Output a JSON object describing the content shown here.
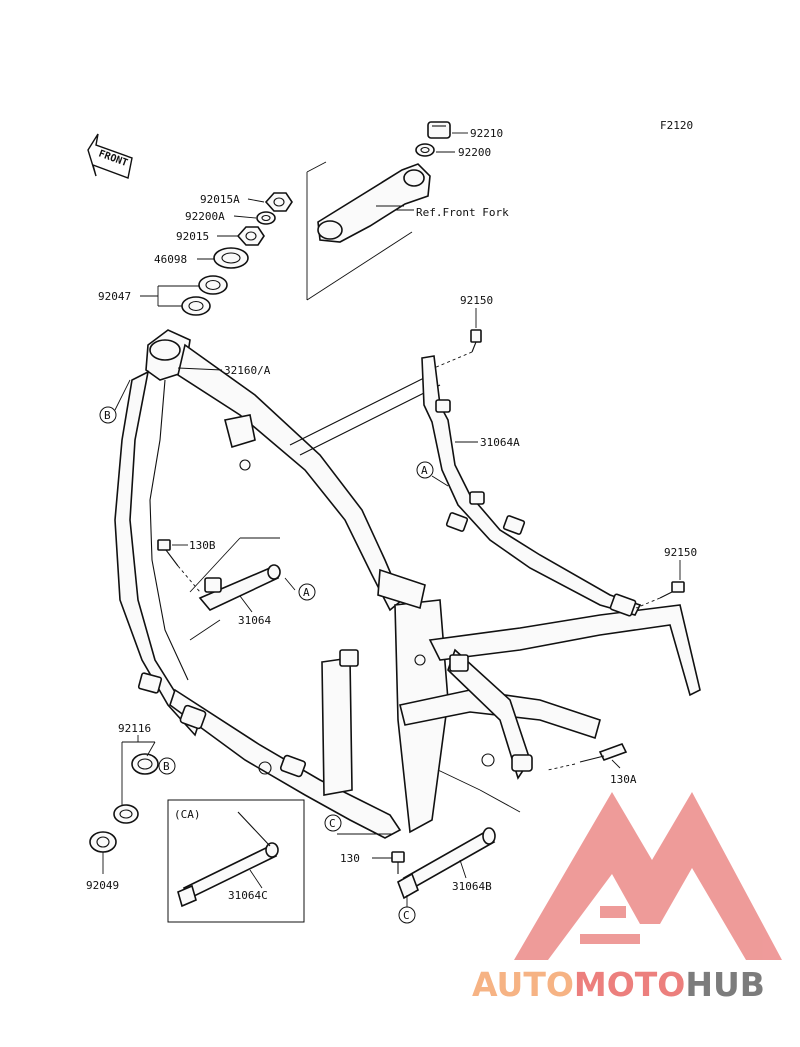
{
  "figure_code": "F2120",
  "front_arrow": "FRONT",
  "reference_note": "Ref.Front Fork",
  "callouts": {
    "p92210": "92210",
    "p92200": "92200",
    "p92015A": "92015A",
    "p92200A": "92200A",
    "p92015": "92015",
    "p46098": "46098",
    "p92047": "92047",
    "p32160A": "32160/A",
    "p92150_top": "92150",
    "p31064A": "31064A",
    "p130B": "130B",
    "p31064": "31064",
    "p92150_right": "92150",
    "p130A": "130A",
    "p92116": "92116",
    "p92049": "92049",
    "p130": "130",
    "p31064B": "31064B",
    "p31064C": "31064C",
    "inset_tag": "(CA)"
  },
  "circle_refs": {
    "A1": "A",
    "A2": "A",
    "B1": "B",
    "B2": "B",
    "C1": "C",
    "C2": "C"
  },
  "watermark": {
    "part1": "AUTO",
    "part2": "MOTO",
    "part3": "HUB"
  },
  "colors": {
    "line_art": "#111111",
    "watermark_red": "#e87b7a",
    "watermark_orange": "#f6b384",
    "watermark_gray": "#7c7c7c"
  }
}
